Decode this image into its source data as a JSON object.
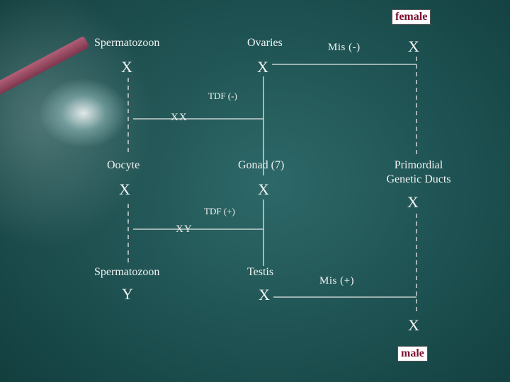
{
  "labels": {
    "female": "female",
    "male": "male",
    "spermatozoon_top": "Spermatozoon",
    "ovaries": "Ovaries",
    "mis_neg": "Mis (-)",
    "tdf_neg": "TDF (-)",
    "xx": "XX",
    "oocyte": "Oocyte",
    "gonad": "Gonad (7)",
    "primordial": "Primordial",
    "genetic_ducts": "Genetic Ducts",
    "tdf_pos": "TDF (+)",
    "xy": "XY",
    "spermatozoon_bottom": "Spermatozoon",
    "testis": "Testis",
    "mis_pos": "Mis (+)"
  },
  "symbols": {
    "sperm_top": "X",
    "ovaries": "X",
    "female_x": "X",
    "oocyte": "X",
    "gonad": "X",
    "ducts": "X",
    "sperm_bottom": "Y",
    "testis": "X",
    "male_x": "X"
  },
  "colors": {
    "box_text": "#7a1030",
    "line": "#e8e8e8",
    "text": "#f2f2f2"
  }
}
